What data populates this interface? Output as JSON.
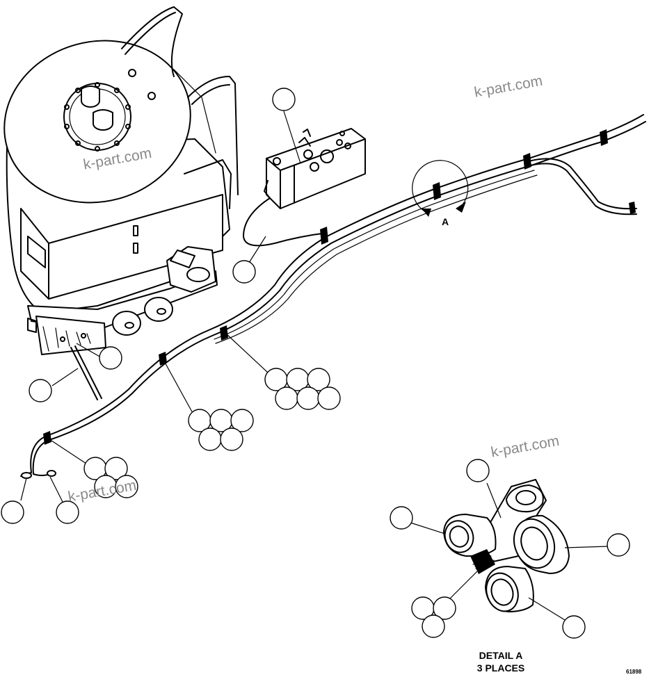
{
  "watermark": "k-part.com",
  "view_label": "A",
  "detail_caption": {
    "line1": "DETAIL A",
    "line2": "3 PLACES"
  },
  "figure_number": "61898"
}
